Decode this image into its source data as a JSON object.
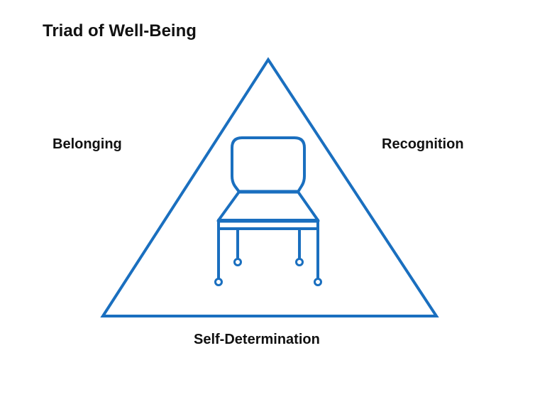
{
  "title": "Triad of Well-Being",
  "labels": {
    "left": "Belonging",
    "right": "Recognition",
    "bottom": "Self-Determination"
  },
  "colors": {
    "accent": "#1a6fbf",
    "text": "#111111"
  },
  "icons": {
    "center": "chair-icon"
  }
}
